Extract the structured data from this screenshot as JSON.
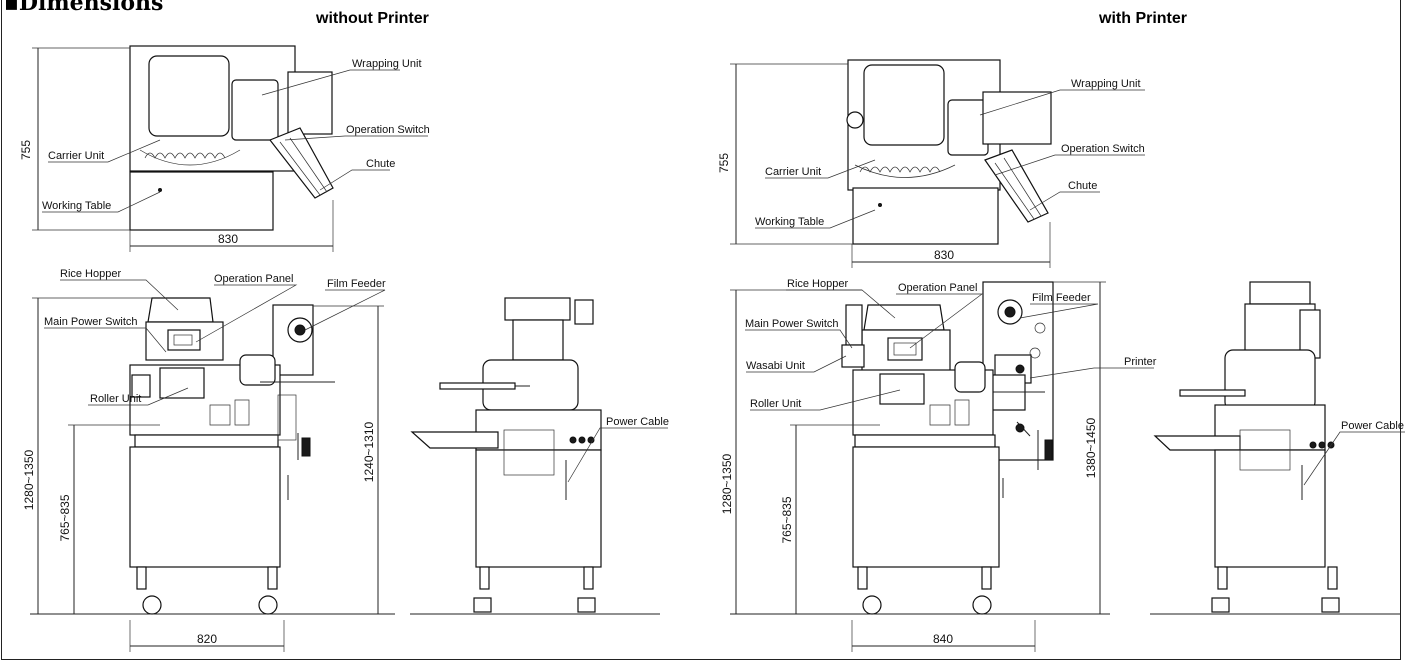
{
  "heading": "▪Dimensions",
  "sections": {
    "left_title": "without Printer",
    "right_title": "with Printer"
  },
  "left": {
    "top_view": {
      "labels": {
        "wrapping_unit": "Wrapping Unit",
        "operation_switch": "Operation Switch",
        "chute": "Chute",
        "carrier_unit": "Carrier Unit",
        "working_table": "Working Table"
      },
      "dims": {
        "height": "755",
        "width": "830"
      }
    },
    "front_view": {
      "labels": {
        "rice_hopper": "Rice Hopper",
        "operation_panel": "Operation Panel",
        "film_feeder": "Film Feeder",
        "main_power_switch": "Main Power Switch",
        "roller_unit": "Roller Unit"
      },
      "dims": {
        "overall_height": "1280~1350",
        "table_height": "765~835",
        "feeder_height": "1240~1310",
        "width": "820"
      }
    },
    "side_view": {
      "labels": {
        "power_cable": "Power Cable"
      }
    }
  },
  "right": {
    "top_view": {
      "labels": {
        "wrapping_unit": "Wrapping Unit",
        "operation_switch": "Operation Switch",
        "chute": "Chute",
        "carrier_unit": "Carrier Unit",
        "working_table": "Working Table"
      },
      "dims": {
        "height": "755",
        "width": "830"
      }
    },
    "front_view": {
      "labels": {
        "rice_hopper": "Rice Hopper",
        "operation_panel": "Operation Panel",
        "film_feeder": "Film Feeder",
        "main_power_switch": "Main Power Switch",
        "wasabi_unit": "Wasabi Unit",
        "printer": "Printer",
        "roller_unit": "Roller Unit"
      },
      "dims": {
        "overall_height": "1280~1350",
        "table_height": "765~835",
        "feeder_height": "1380~1450",
        "width": "840"
      }
    },
    "side_view": {
      "labels": {
        "power_cable": "Power Cable"
      }
    }
  }
}
